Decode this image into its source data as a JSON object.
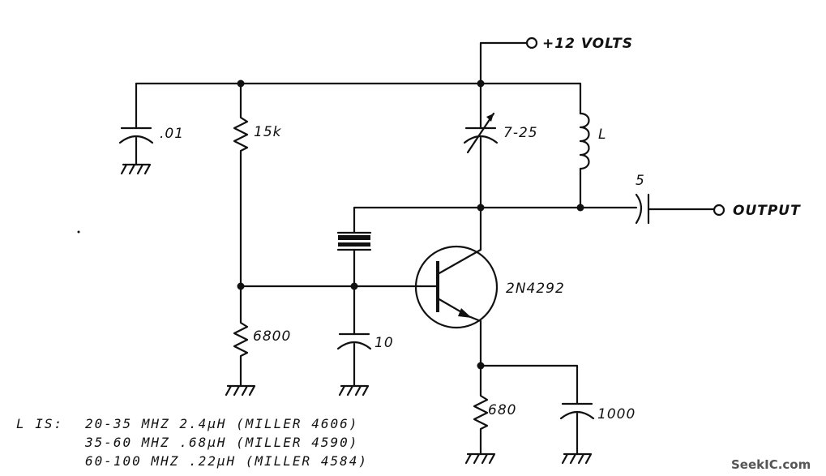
{
  "labels": {
    "supply": "+12 VOLTS",
    "output": "OUTPUT",
    "c_bypass": ".01",
    "r_top": "15k",
    "c_tune": "7-25",
    "inductor": "L",
    "c_out": "5",
    "transistor": "2N4292",
    "r_bottom": "6800",
    "c_base": "10",
    "r_emitter": "680",
    "c_emitter": "1000"
  },
  "notes": {
    "prefix": "L IS:",
    "lines": [
      "20-35 MHZ 2.4µH (MILLER 4606)",
      "35-60 MHZ .68µH (MILLER 4590)",
      "60-100 MHZ .22µH (MILLER 4584)"
    ]
  },
  "watermark": "SeekIC.com"
}
